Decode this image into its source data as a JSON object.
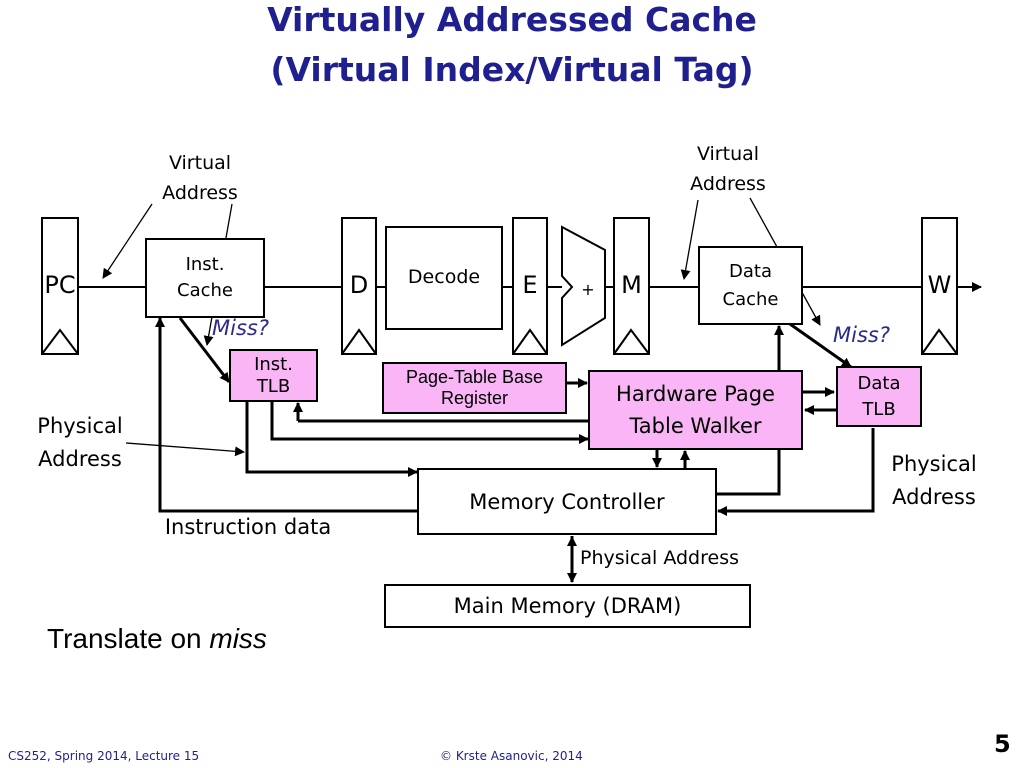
{
  "title": {
    "line1": "Virtually Addressed Cache",
    "line2": "(Virtual Index/Virtual Tag)"
  },
  "pipeline": {
    "pc": "PC",
    "d": "D",
    "e": "E",
    "m": "M",
    "w": "W",
    "adder": "+"
  },
  "boxes": {
    "inst_cache_1": "Inst.",
    "inst_cache_2": "Cache",
    "decode": "Decode",
    "data_cache_1": "Data",
    "data_cache_2": "Cache",
    "inst_tlb_1": "Inst.",
    "inst_tlb_2": "TLB",
    "ptbr_1": "Page-Table Base",
    "ptbr_2": "Register",
    "hw_walker_1": "Hardware Page",
    "hw_walker_2": "Table Walker",
    "data_tlb_1": "Data",
    "data_tlb_2": "TLB",
    "mem_ctrl": "Memory Controller",
    "main_mem": "Main Memory (DRAM)"
  },
  "labels": {
    "va_left_1": "Virtual",
    "va_left_2": "Address",
    "va_right_1": "Virtual",
    "va_right_2": "Address",
    "miss_left": "Miss?",
    "miss_right": "Miss?",
    "pa_left_1": "Physical",
    "pa_left_2": "Address",
    "pa_right_1": "Physical",
    "pa_right_2": "Address",
    "instr_data": "Instruction data",
    "pa_bottom": "Physical Address"
  },
  "caption": {
    "text": "Translate on ",
    "em": "miss"
  },
  "footer": {
    "left": "CS252, Spring 2014, Lecture 15",
    "center": "© Krste Asanovic, 2014",
    "page": "5"
  },
  "colors": {
    "title": "#1f1f8f",
    "pink_box": "#f9b5f5",
    "miss_text": "#2b2b8a"
  }
}
